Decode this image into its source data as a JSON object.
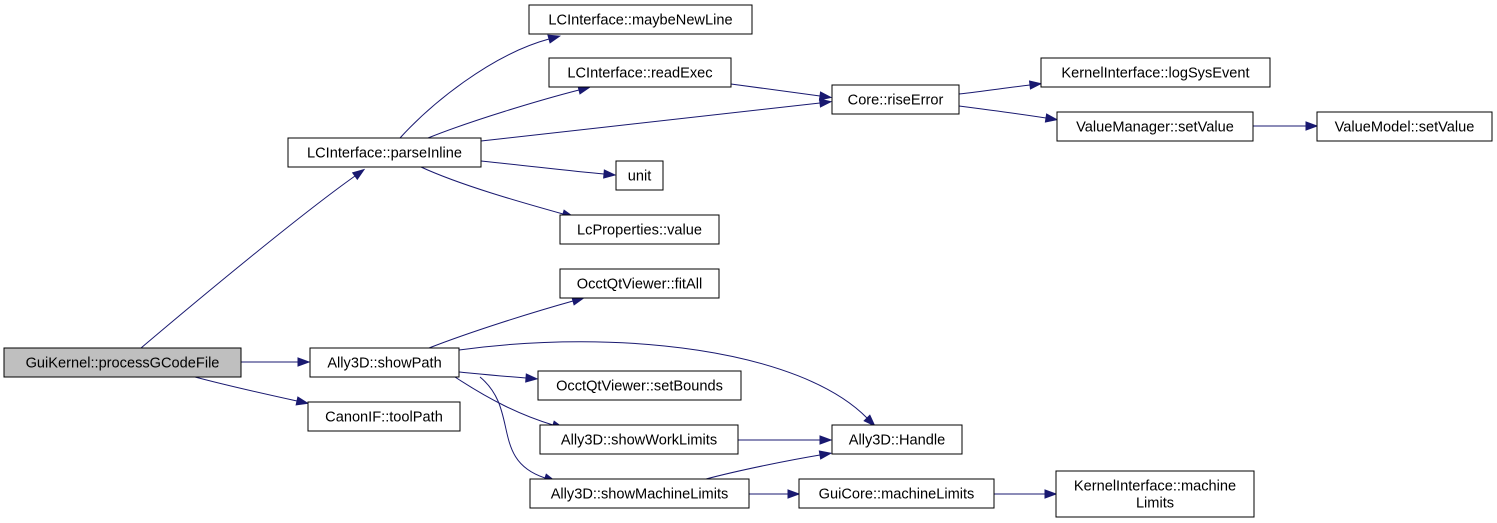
{
  "diagram": {
    "type": "call-graph",
    "edge_color": "#191970",
    "root_fill": "#bfbfbf",
    "node_fill": "#ffffff",
    "nodes": [
      {
        "id": "processGCodeFile",
        "lines": [
          "GuiKernel::processGCodeFile"
        ],
        "root": true
      },
      {
        "id": "parseInline",
        "lines": [
          "LCInterface::parseInline"
        ]
      },
      {
        "id": "maybeNewLine",
        "lines": [
          "LCInterface::maybeNewLine"
        ]
      },
      {
        "id": "readExec",
        "lines": [
          "LCInterface::readExec"
        ]
      },
      {
        "id": "riseError",
        "lines": [
          "Core::riseError"
        ]
      },
      {
        "id": "logSysEvent",
        "lines": [
          "KernelInterface::logSysEvent"
        ]
      },
      {
        "id": "vmSetValue",
        "lines": [
          "ValueManager::setValue"
        ]
      },
      {
        "id": "vmodelSetValue",
        "lines": [
          "ValueModel::setValue"
        ]
      },
      {
        "id": "unit",
        "lines": [
          "unit"
        ]
      },
      {
        "id": "lcValue",
        "lines": [
          "LcProperties::value"
        ]
      },
      {
        "id": "fitAll",
        "lines": [
          "OcctQtViewer::fitAll"
        ]
      },
      {
        "id": "showPath",
        "lines": [
          "Ally3D::showPath"
        ]
      },
      {
        "id": "setBounds",
        "lines": [
          "OcctQtViewer::setBounds"
        ]
      },
      {
        "id": "toolPath",
        "lines": [
          "CanonIF::toolPath"
        ]
      },
      {
        "id": "showWorkLimits",
        "lines": [
          "Ally3D::showWorkLimits"
        ]
      },
      {
        "id": "handle",
        "lines": [
          "Ally3D::Handle"
        ]
      },
      {
        "id": "showMachineLimits",
        "lines": [
          "Ally3D::showMachineLimits"
        ]
      },
      {
        "id": "guiMachineLimits",
        "lines": [
          "GuiCore::machineLimits"
        ]
      },
      {
        "id": "kiMachineLimits",
        "lines": [
          "KernelInterface::machine",
          "Limits"
        ]
      }
    ],
    "edges": [
      {
        "from": "processGCodeFile",
        "to": "parseInline"
      },
      {
        "from": "processGCodeFile",
        "to": "showPath"
      },
      {
        "from": "processGCodeFile",
        "to": "toolPath"
      },
      {
        "from": "parseInline",
        "to": "maybeNewLine"
      },
      {
        "from": "parseInline",
        "to": "readExec"
      },
      {
        "from": "parseInline",
        "to": "riseError"
      },
      {
        "from": "parseInline",
        "to": "unit"
      },
      {
        "from": "parseInline",
        "to": "lcValue"
      },
      {
        "from": "readExec",
        "to": "riseError"
      },
      {
        "from": "riseError",
        "to": "logSysEvent"
      },
      {
        "from": "riseError",
        "to": "vmSetValue"
      },
      {
        "from": "vmSetValue",
        "to": "vmodelSetValue"
      },
      {
        "from": "showPath",
        "to": "fitAll"
      },
      {
        "from": "showPath",
        "to": "handle"
      },
      {
        "from": "showPath",
        "to": "setBounds"
      },
      {
        "from": "showPath",
        "to": "showWorkLimits"
      },
      {
        "from": "showPath",
        "to": "showMachineLimits"
      },
      {
        "from": "showWorkLimits",
        "to": "handle"
      },
      {
        "from": "showMachineLimits",
        "to": "handle"
      },
      {
        "from": "showMachineLimits",
        "to": "guiMachineLimits"
      },
      {
        "from": "guiMachineLimits",
        "to": "kiMachineLimits"
      }
    ]
  }
}
